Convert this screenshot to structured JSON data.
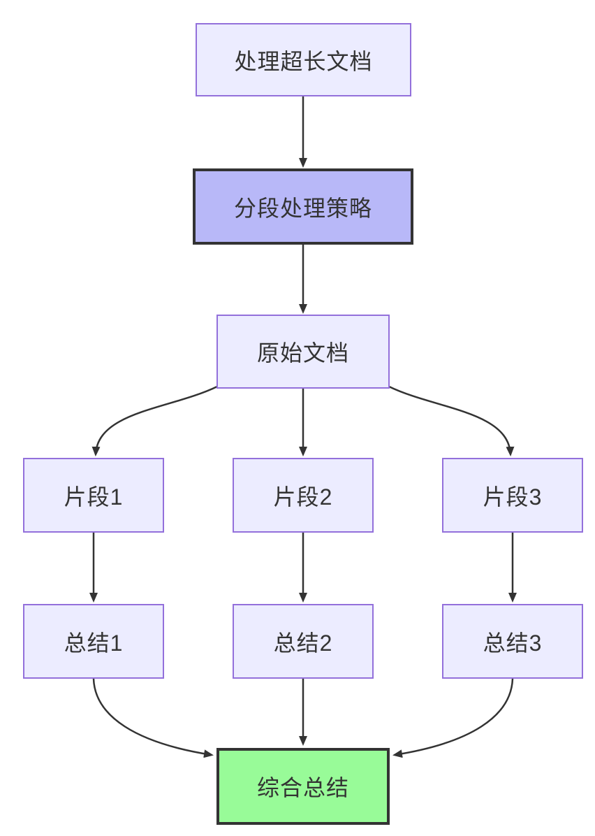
{
  "diagram": {
    "type": "flowchart-top-down",
    "nodes": [
      {
        "id": "A",
        "label": "处理超长文档",
        "kind": "process",
        "fill": "#ECECFF",
        "border": "#9370DB"
      },
      {
        "id": "B",
        "label": "分段处理策略",
        "kind": "strategy-highlight",
        "fill": "#B8B8F8",
        "border": "#333333"
      },
      {
        "id": "C",
        "label": "原始文档",
        "kind": "process",
        "fill": "#ECECFF",
        "border": "#9370DB"
      },
      {
        "id": "D1",
        "label": "片段1",
        "kind": "process",
        "fill": "#ECECFF",
        "border": "#9370DB"
      },
      {
        "id": "D2",
        "label": "片段2",
        "kind": "process",
        "fill": "#ECECFF",
        "border": "#9370DB"
      },
      {
        "id": "D3",
        "label": "片段3",
        "kind": "process",
        "fill": "#ECECFF",
        "border": "#9370DB"
      },
      {
        "id": "E1",
        "label": "总结1",
        "kind": "process",
        "fill": "#ECECFF",
        "border": "#9370DB"
      },
      {
        "id": "E2",
        "label": "总结2",
        "kind": "process",
        "fill": "#ECECFF",
        "border": "#9370DB"
      },
      {
        "id": "E3",
        "label": "总结3",
        "kind": "process",
        "fill": "#ECECFF",
        "border": "#9370DB"
      },
      {
        "id": "F",
        "label": "综合总结",
        "kind": "result-highlight",
        "fill": "#98FB98",
        "border": "#333333"
      }
    ],
    "edges": [
      {
        "from": "A",
        "to": "B"
      },
      {
        "from": "B",
        "to": "C"
      },
      {
        "from": "C",
        "to": "D1"
      },
      {
        "from": "C",
        "to": "D2"
      },
      {
        "from": "C",
        "to": "D3"
      },
      {
        "from": "D1",
        "to": "E1"
      },
      {
        "from": "D2",
        "to": "E2"
      },
      {
        "from": "D3",
        "to": "E3"
      },
      {
        "from": "E1",
        "to": "F"
      },
      {
        "from": "E2",
        "to": "F"
      },
      {
        "from": "E3",
        "to": "F"
      }
    ],
    "colors": {
      "background": "#FFFFFF",
      "node_fill": "#ECECFF",
      "node_border": "#9370DB",
      "highlight_fill": "#B8B8F8",
      "result_fill": "#98FB98",
      "strong_border": "#333333",
      "edge": "#333333",
      "text": "#333333"
    }
  }
}
